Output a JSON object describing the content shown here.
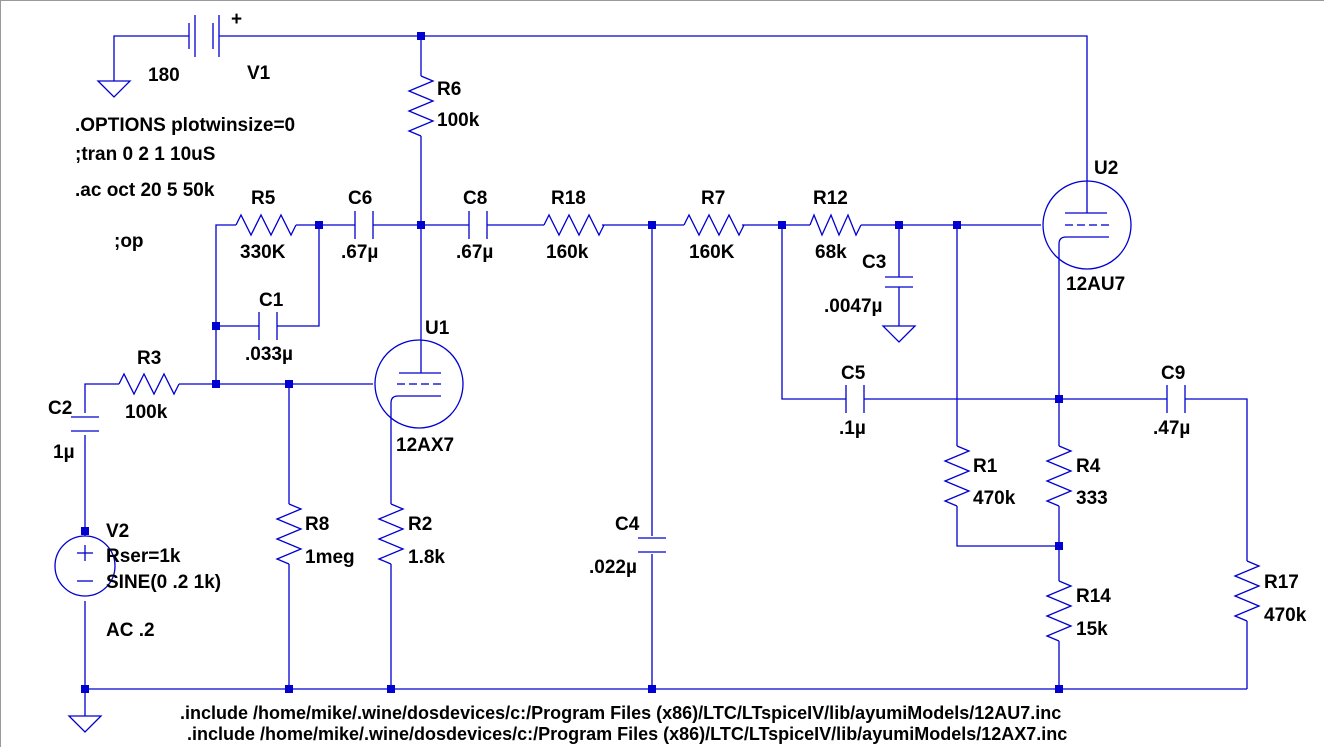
{
  "components": {
    "V1": {
      "name": "V1",
      "value": "180"
    },
    "V2": {
      "name": "V2",
      "rser": "Rser=1k",
      "source": "SINE(0 .2 1k)",
      "ac": "AC .2"
    },
    "R1": {
      "name": "R1",
      "value": "470k"
    },
    "R2": {
      "name": "R2",
      "value": "1.8k"
    },
    "R3": {
      "name": "R3",
      "value": "100k"
    },
    "R4": {
      "name": "R4",
      "value": "333"
    },
    "R5": {
      "name": "R5",
      "value": "330K"
    },
    "R6": {
      "name": "R6",
      "value": "100k"
    },
    "R7": {
      "name": "R7",
      "value": "160K"
    },
    "R8": {
      "name": "R8",
      "value": "1meg"
    },
    "R12": {
      "name": "R12",
      "value": "68k"
    },
    "R14": {
      "name": "R14",
      "value": "15k"
    },
    "R17": {
      "name": "R17",
      "value": "470k"
    },
    "R18": {
      "name": "R18",
      "value": "160k"
    },
    "C1": {
      "name": "C1",
      "value": ".033µ"
    },
    "C2": {
      "name": "C2",
      "value": "1µ"
    },
    "C3": {
      "name": "C3",
      "value": ".0047µ"
    },
    "C4": {
      "name": "C4",
      "value": ".022µ"
    },
    "C5": {
      "name": "C5",
      "value": ".1µ"
    },
    "C6": {
      "name": "C6",
      "value": ".67µ"
    },
    "C8": {
      "name": "C8",
      "value": ".67µ"
    },
    "C9": {
      "name": "C9",
      "value": ".47µ"
    },
    "U1": {
      "name": "U1",
      "model": "12AX7"
    },
    "U2": {
      "name": "U2",
      "model": "12AU7"
    }
  },
  "directives": {
    "options": ".OPTIONS plotwinsize=0",
    "tran": ";tran 0 2 1 10uS",
    "ac": ".ac oct 20 5 50k",
    "op": ";op",
    "include_1": ".include /home/mike/.wine/dosdevices/c:/Program Files (x86)/LTC/LTspiceIV/lib/ayumiModels/12AU7.inc",
    "include_2": ".include /home/mike/.wine/dosdevices/c:/Program Files (x86)/LTC/LTspiceIV/lib/ayumiModels/12AX7.inc"
  },
  "symbols": {
    "battery_polarity": "+"
  },
  "colors": {
    "wire": "#0000d0",
    "text": "#000000",
    "background": "#ffffff"
  }
}
